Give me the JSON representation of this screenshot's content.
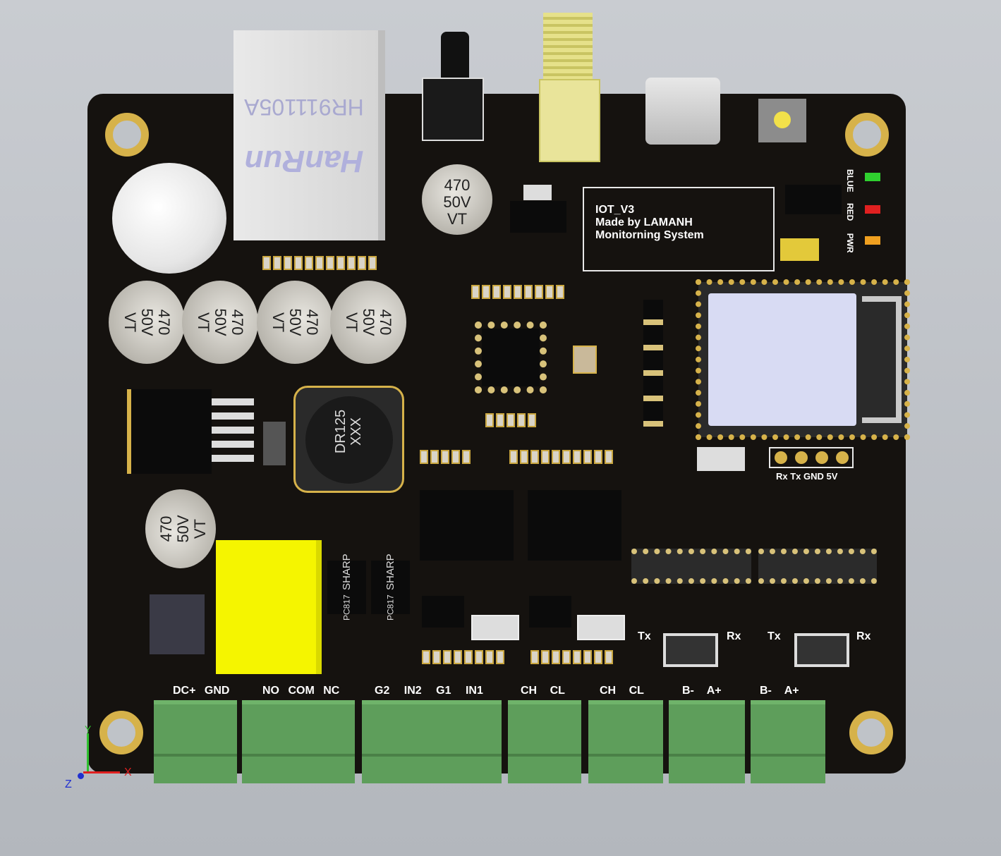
{
  "rj45": {
    "part": "HR911105A",
    "brand": "HanRun"
  },
  "capacitors": [
    {
      "value": "470",
      "voltage": "50V",
      "series": "VT"
    },
    {
      "value": "470",
      "voltage": "50V",
      "series": "VT"
    },
    {
      "value": "470",
      "voltage": "50V",
      "series": "VT"
    },
    {
      "value": "470",
      "voltage": "50V",
      "series": "VT"
    },
    {
      "value": "470",
      "voltage": "50V",
      "series": "VT"
    },
    {
      "value": "470",
      "voltage": "50V",
      "series": "VT"
    }
  ],
  "inductor": {
    "line1": "DR125",
    "line2": "XXX"
  },
  "title_block": {
    "line1": "IOT_V3",
    "line2": "Made by LAMANH",
    "line3": "Monitorning System"
  },
  "leds": [
    {
      "label": "BLUE",
      "color": "#2fd02f"
    },
    {
      "label": "RED",
      "color": "#e02020"
    },
    {
      "label": "PWR",
      "color": "#f0a020"
    }
  ],
  "uart_header": "Rx Tx GND 5V",
  "optocouplers": [
    {
      "part": "PC817",
      "brand": "SHARP"
    },
    {
      "part": "PC817",
      "brand": "SHARP"
    }
  ],
  "rs_labels": [
    "Tx",
    "Rx",
    "Tx",
    "Rx"
  ],
  "terminals": [
    {
      "pins": [
        "DC+",
        "GND"
      ]
    },
    {
      "pins": [
        "NO",
        "COM",
        "NC"
      ]
    },
    {
      "pins": [
        "G2",
        "IN2",
        "G1",
        "IN1"
      ]
    },
    {
      "pins": [
        "CH",
        "CL"
      ]
    },
    {
      "pins": [
        "CH",
        "CL"
      ]
    },
    {
      "pins": [
        "B-",
        "A+"
      ]
    },
    {
      "pins": [
        "B-",
        "A+"
      ]
    }
  ],
  "axes": {
    "x": "X",
    "y": "Y",
    "z": "Z"
  },
  "colors": {
    "board": "#15120f",
    "gold": "#d6b24a",
    "terminal": "#5e9e5b",
    "relay": "#f5f500"
  }
}
